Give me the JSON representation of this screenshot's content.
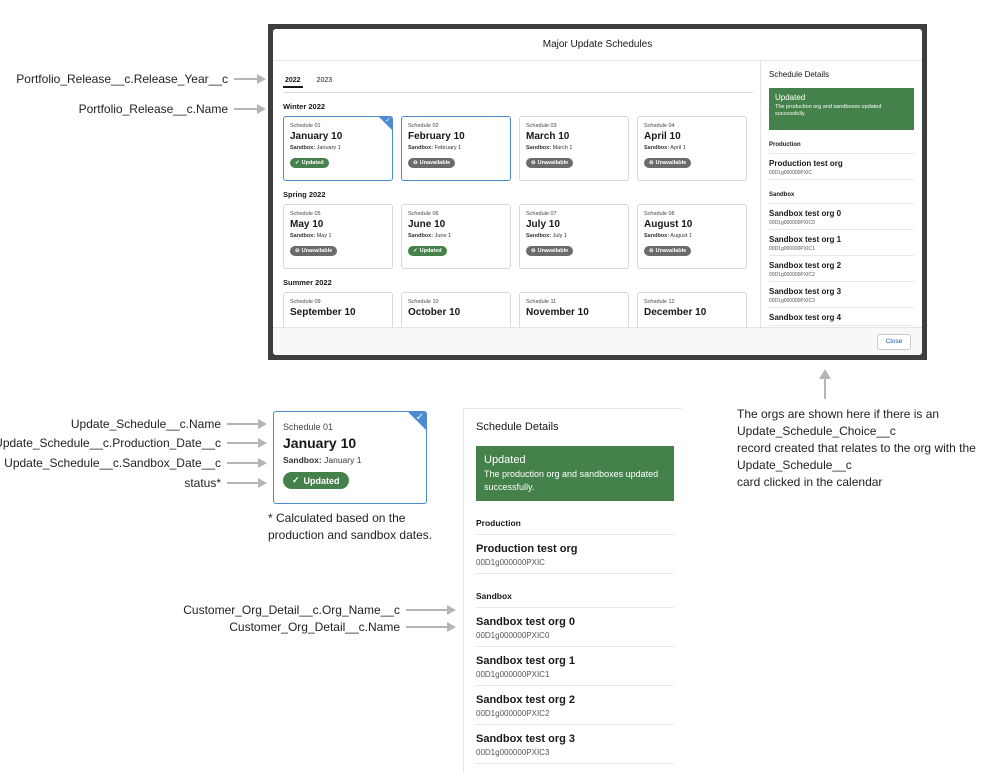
{
  "modal": {
    "title": "Major Update Schedules",
    "tabs": [
      "2022",
      "2023"
    ],
    "sections": [
      {
        "title": "Winter 2022",
        "cards": [
          {
            "name": "Schedule 01",
            "date": "January 10",
            "sandbox_label": "Sandbox:",
            "sandbox": "January 1",
            "status": "Updated"
          },
          {
            "name": "Schedule 02",
            "date": "February 10",
            "sandbox_label": "Sandbox:",
            "sandbox": "February 1",
            "status": "Unavailable"
          },
          {
            "name": "Schedule 03",
            "date": "March 10",
            "sandbox_label": "Sandbox:",
            "sandbox": "March 1",
            "status": "Unavailable"
          },
          {
            "name": "Schedule 04",
            "date": "April 10",
            "sandbox_label": "Sandbox:",
            "sandbox": "April 1",
            "status": "Unavailable"
          }
        ]
      },
      {
        "title": "Spring 2022",
        "cards": [
          {
            "name": "Schedule 05",
            "date": "May 10",
            "sandbox_label": "Sandbox:",
            "sandbox": "May 1",
            "status": "Unavailable"
          },
          {
            "name": "Schedule 06",
            "date": "June 10",
            "sandbox_label": "Sandbox:",
            "sandbox": "June 1",
            "status": "Updated"
          },
          {
            "name": "Schedule 07",
            "date": "July 10",
            "sandbox_label": "Sandbox:",
            "sandbox": "July 1",
            "status": "Unavailable"
          },
          {
            "name": "Schedule 08",
            "date": "August 10",
            "sandbox_label": "Sandbox:",
            "sandbox": "August 1",
            "status": "Unavailable"
          }
        ]
      },
      {
        "title": "Summer 2022",
        "cards": [
          {
            "name": "Schedule 09",
            "date": "September 10"
          },
          {
            "name": "Schedule 10",
            "date": "October 10"
          },
          {
            "name": "Schedule 11",
            "date": "November 10"
          },
          {
            "name": "Schedule 12",
            "date": "December 10"
          }
        ]
      }
    ],
    "details": {
      "title": "Schedule Details",
      "toast_title": "Updated",
      "toast_message": "The production org and sandboxes updated successfully.",
      "production_label": "Production",
      "production_org": {
        "name": "Production test org",
        "id": "00D1g000000PXIC"
      },
      "sandbox_label": "Sandbox",
      "sandbox_orgs": [
        {
          "name": "Sandbox test org 0",
          "id": "00D1g000000PXIC0"
        },
        {
          "name": "Sandbox test org 1",
          "id": "00D1g000000PXIC1"
        },
        {
          "name": "Sandbox test org 2",
          "id": "00D1g000000PXIC2"
        },
        {
          "name": "Sandbox test org 3",
          "id": "00D1g000000PXIC3"
        },
        {
          "name": "Sandbox test org 4",
          "id": ""
        }
      ]
    },
    "close_label": "Close"
  },
  "annotations": {
    "release_year": "Portfolio_Release__c.Release_Year__c",
    "release_name": "Portfolio_Release__c.Name",
    "schedule_name": "Update_Schedule__c.Name",
    "production_date": "Update_Schedule__c.Production_Date__c",
    "sandbox_date": "Update_Schedule__c.Sandbox_Date__c",
    "status": "status*",
    "org_name": "Customer_Org_Detail__c.Org_Name__c",
    "org_id": "Customer_Org_Detail__c.Name"
  },
  "footnote": [
    "* Calculated based on the",
    "production and sandbox dates."
  ],
  "note": [
    "The orgs are shown here if there is an",
    "Update_Schedule_Choice__c",
    "record created that relates to the org with the",
    "Update_Schedule__c",
    "card clicked in the calendar"
  ],
  "colors": {
    "success": "#45814b",
    "unavailable": "#6b6b6b",
    "selected_border": "#4d8bd1",
    "arrow": "#b5b5b5"
  },
  "icons": {
    "updated": "check-icon",
    "unavailable": "minus-circle-icon"
  }
}
